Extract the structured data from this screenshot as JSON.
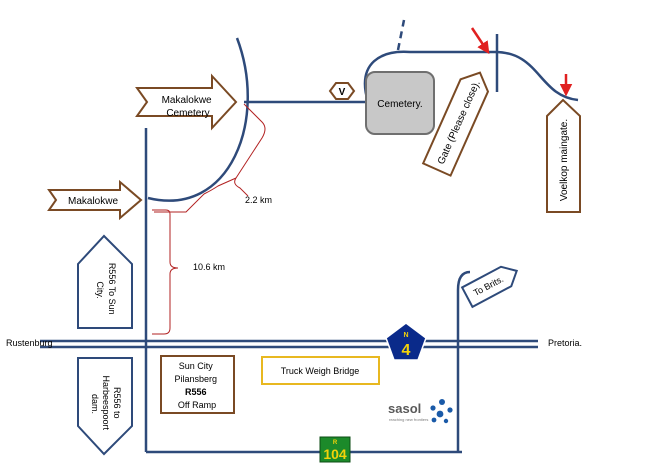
{
  "labels": {
    "makalokwe_cemetery": "Makalokwe Cemetery",
    "makalokwe": "Makalokwe",
    "v_marker": "V",
    "cemetery": "Cemetery.",
    "gate": "Gate (Please close).",
    "voelkop": "Voelkop maingate.",
    "dist_2_2": "2.2 km",
    "dist_10_6": "10.6 km",
    "r556_sun_city": "R556 To Sun City.",
    "to_brits": "To Brits.",
    "rustenburg": "Rustenburg",
    "pretoria": "Pretoria.",
    "n4_letter": "N",
    "n4_number": "4",
    "r556_harbeespoort": "R556  to Harbeespoort dam.",
    "off_ramp_line1": "Sun City",
    "off_ramp_line2": "Pilansberg",
    "off_ramp_line3": "R556",
    "off_ramp_line4": "Off Ramp",
    "truck_weigh_bridge": "Truck Weigh Bridge",
    "sasol": "sasol",
    "sasol_tagline": "reaching new frontiers",
    "r104_letter": "R",
    "r104_number": "104"
  },
  "colors": {
    "road": "#2e4a7a",
    "brown": "#7a4a24",
    "bracket_red": "#b22222",
    "arrow_red": "#e02020",
    "cemetery_fill": "#c8c8c8",
    "n4_fill": "#0a2a8a",
    "n4_text": "#f2d20a",
    "r104_fill": "#1c8a2a",
    "r104_text": "#f2d20a",
    "weigh_bridge_border": "#e8b820",
    "sasol_blue": "#1a5aa8"
  }
}
